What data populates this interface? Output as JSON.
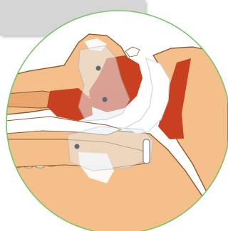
{
  "diagram": {
    "colors": {
      "background": "#ffffff",
      "panel": "#d5d5d5",
      "circle_stroke": "#7cc36a",
      "tissue": "#f4bf8a",
      "tissue_dark": "#e9a66e",
      "muscle": "#c8401f",
      "bone": "#ffffff",
      "outline": "#8a5a2e",
      "device": "#e8eef2",
      "screw": "#5d6a75"
    },
    "parts": [
      "head-cross-section",
      "airway",
      "tongue",
      "palate",
      "jaw-implant-plate",
      "screws",
      "spine"
    ],
    "labels": []
  }
}
